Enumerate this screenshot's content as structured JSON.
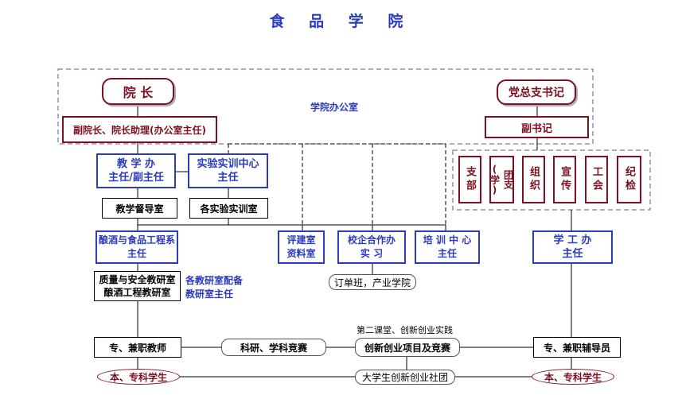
{
  "title": "食 品 学 院",
  "office_label": "学院办公室",
  "dean": "院 长",
  "vice_dean": "副院长、院长助理(办公室主任)",
  "party_secretary": "党总支书记",
  "deputy_secretary": "副书记",
  "party_units": [
    "支部",
    "团支(学)",
    "组织",
    "宣传",
    "工会",
    "纪检"
  ],
  "teaching_office": "教 学 办\n主任/副主任",
  "lab_center": "实验实训中心\n主任",
  "supervision_office": "教学督导室",
  "labs": "各实验实训室",
  "dept_liquor": "酿酒与食品工程系\n主任",
  "evaluation_office": "评建室\n资料室",
  "coop_office": "校企合作办\n实 习",
  "training_center": "培 训 中 心\n主任",
  "student_office": "学 工 办\n主任",
  "research_rooms": "质量与安全教研室\n酿酒工程教研室",
  "research_rooms_note": "各教研室配备\n教研室主任",
  "coop_note": "订单班，产业学院",
  "second_class": "第二课堂、创新创业实践",
  "teachers": "专、兼职教师",
  "research_competition": "科研、学科竞赛",
  "innovation_projects": "创新创业项目及竞赛",
  "counselors": "专、兼职辅导员",
  "students_left": "本、专科学生",
  "student_clubs": "大学生创新创业社团",
  "students_right": "本、专科学生",
  "colors": {
    "blue": "#2b3bbd",
    "maroon": "#7a1020"
  }
}
